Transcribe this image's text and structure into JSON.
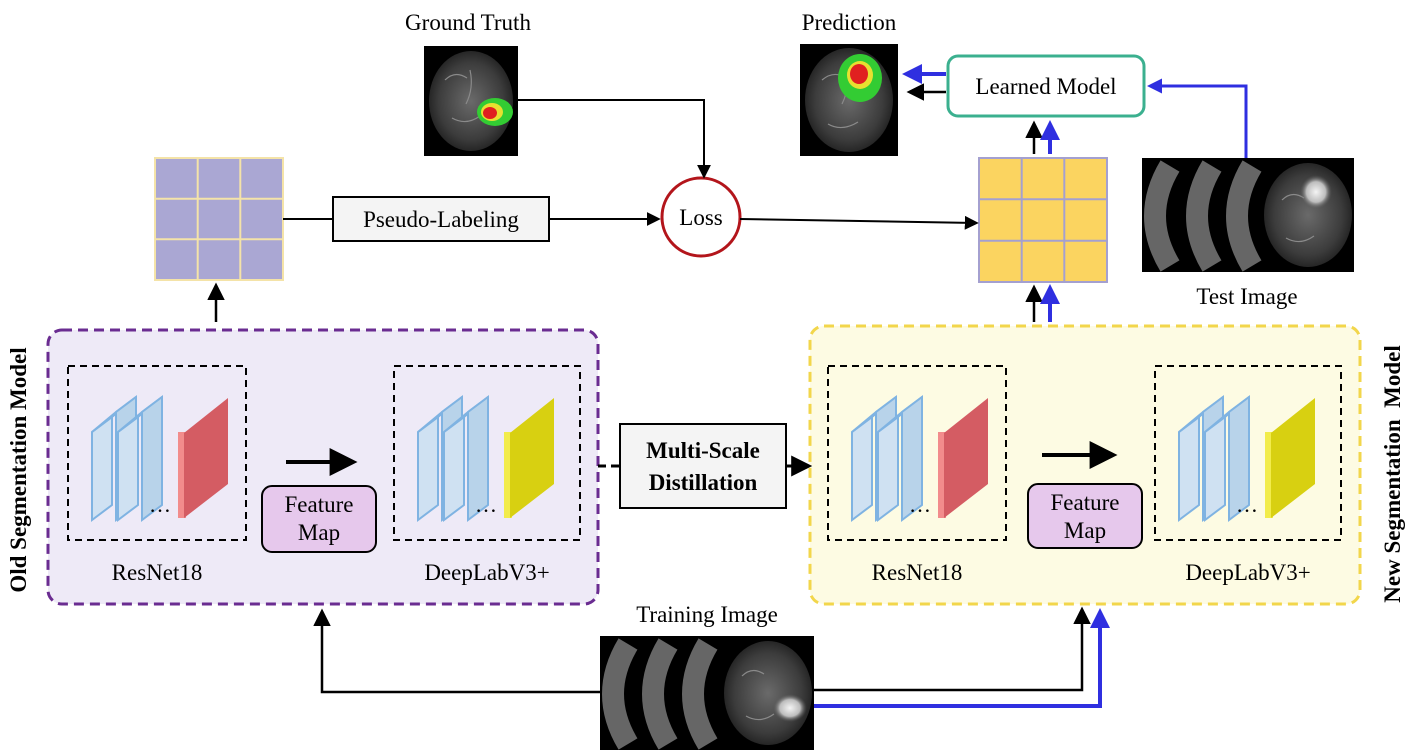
{
  "labels": {
    "ground_truth": "Ground Truth",
    "prediction": "Prediction",
    "learned_model": "Learned Model",
    "pseudo_labeling": "Pseudo-Labeling",
    "loss": "Loss",
    "test_image": "Test Image",
    "training_image": "Training Image",
    "multi_scale_1": "Multi-Scale",
    "multi_scale_2": "Distillation",
    "old_model": "Old Segmentation Model",
    "new_model": "New Segmentation  Model"
  },
  "old_panel": {
    "encoder": "ResNet18",
    "decoder": "DeepLabV3+",
    "feature_1": "Feature",
    "feature_2": "Map",
    "ellipsis_1": "…",
    "ellipsis_2": "…"
  },
  "new_panel": {
    "encoder": "ResNet18",
    "decoder": "DeepLabV3+",
    "feature_1": "Feature",
    "feature_2": "Map",
    "ellipsis_1": "…",
    "ellipsis_2": "…"
  },
  "colors": {
    "old_panel_border": "#6a2c91",
    "old_panel_fill": "#eeeaf7",
    "new_panel_border": "#f2d64b",
    "new_panel_fill": "#fdfbe3",
    "old_grid_fill": "#aaa7d3",
    "old_grid_border": "#f4e3a8",
    "new_grid_fill": "#fbd460",
    "new_grid_border": "#a4a0d0",
    "learned_model_border": "#3bb08f",
    "loss_border": "#b3151b",
    "feature_map_fill": "#e6c8ec",
    "layer_blue": "#b8d3ea",
    "layer_red": "#d45c63",
    "layer_yellow": "#d8d011",
    "arrow_blue": "#2f2fe0"
  }
}
